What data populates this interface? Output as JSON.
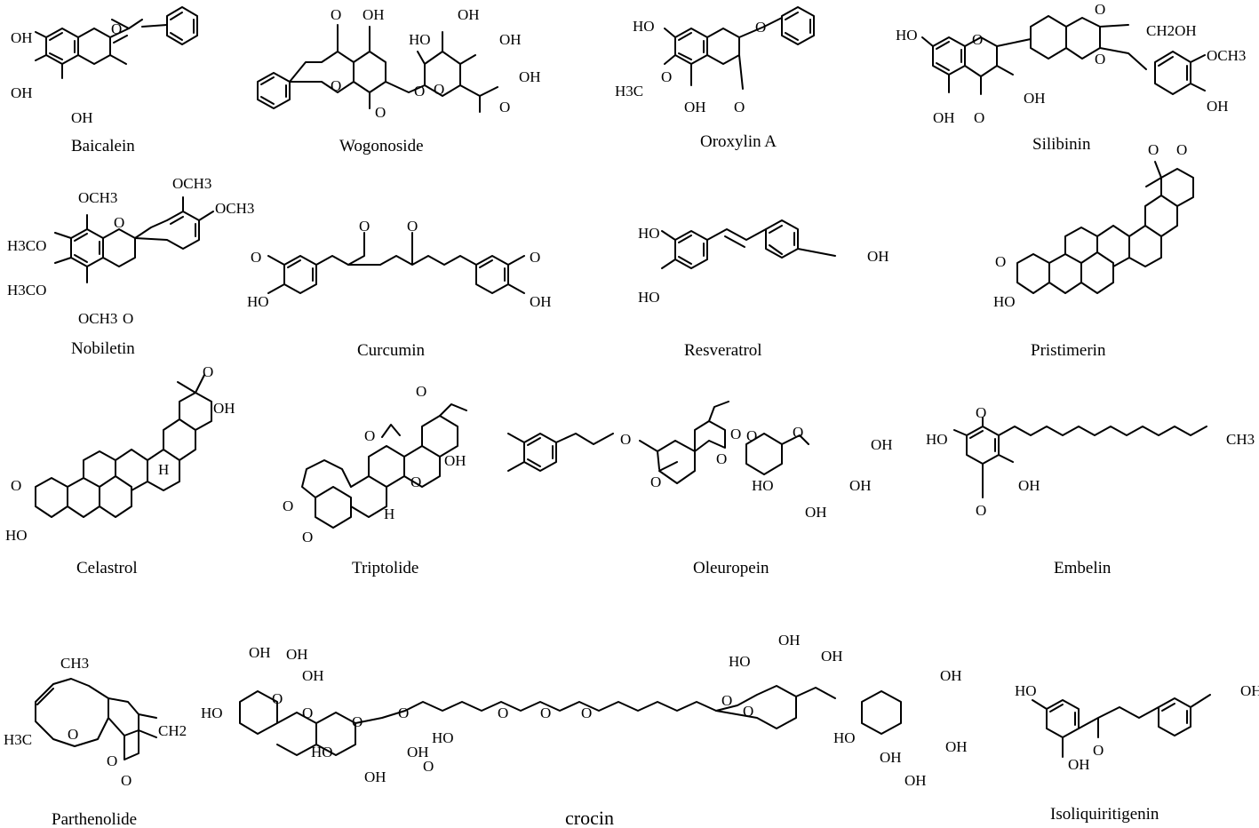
{
  "compounds": [
    {
      "id": "baicalein",
      "name": "Baicalein",
      "atoms": [
        "OH",
        "OH",
        "OH",
        "O"
      ]
    },
    {
      "id": "wogonoside",
      "name": "Wogonoside",
      "atoms": [
        "O",
        "OH",
        "HO",
        "OH",
        "OH",
        "O",
        "O",
        "O",
        "O",
        "OH",
        "O"
      ]
    },
    {
      "id": "oroxylin-a",
      "name": "Oroxylin A",
      "atoms": [
        "HO",
        "H3C",
        "O",
        "OH",
        "O",
        "O"
      ]
    },
    {
      "id": "silibinin",
      "name": "Silibinin",
      "atoms": [
        "HO",
        "O",
        "O",
        "O",
        "CH2OH",
        "OCH3",
        "OH",
        "OH",
        "O",
        "OH"
      ]
    },
    {
      "id": "nobiletin",
      "name": "Nobiletin",
      "atoms": [
        "OCH3",
        "OCH3",
        "OCH3",
        "H3CO",
        "H3CO",
        "OCH3",
        "O",
        "O"
      ]
    },
    {
      "id": "curcumin",
      "name": "Curcumin",
      "atoms": [
        "O",
        "O",
        "O",
        "O",
        "HO",
        "OH"
      ]
    },
    {
      "id": "resveratrol",
      "name": "Resveratrol",
      "atoms": [
        "HO",
        "HO",
        "OH"
      ]
    },
    {
      "id": "pristimerin",
      "name": "Pristimerin",
      "atoms": [
        "O",
        "O",
        "O",
        "HO"
      ]
    },
    {
      "id": "celastrol",
      "name": "Celastrol",
      "atoms": [
        "O",
        "OH",
        "H",
        "O",
        "HO"
      ]
    },
    {
      "id": "triptolide",
      "name": "Triptolide",
      "atoms": [
        "O",
        "O",
        "OH",
        "O",
        "O",
        "O",
        "H"
      ]
    },
    {
      "id": "oleuropein",
      "name": "Oleuropein",
      "atoms": [
        "O",
        "O",
        "O",
        "O",
        "O",
        "O",
        "OH",
        "HO",
        "OH",
        "OH"
      ]
    },
    {
      "id": "embelin",
      "name": "Embelin",
      "atoms": [
        "O",
        "HO",
        "CH3",
        "OH",
        "O"
      ]
    },
    {
      "id": "parthenolide",
      "name": "Parthenolide",
      "atoms": [
        "CH3",
        "H3C",
        "O",
        "O",
        "CH2",
        "O"
      ]
    },
    {
      "id": "crocin",
      "name": "crocin",
      "atoms": [
        "OH",
        "OH",
        "OH",
        "HO",
        "O",
        "O",
        "O",
        "O",
        "HO",
        "OH",
        "OH",
        "HO",
        "O",
        "O",
        "OH",
        "HO",
        "OH",
        "O",
        "OH",
        "OH",
        "HO",
        "OH",
        "OH",
        "O",
        "O",
        "O"
      ]
    },
    {
      "id": "isoliquiritigenin",
      "name": "Isoliquiritigenin",
      "atoms": [
        "HO",
        "OH",
        "OH",
        "O"
      ]
    }
  ]
}
